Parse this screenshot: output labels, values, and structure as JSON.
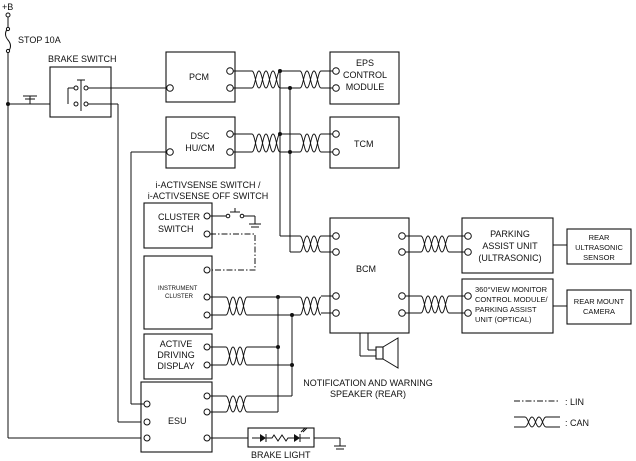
{
  "labels": {
    "power": "+B",
    "fuse": "STOP 10A",
    "brake_switch": "BRAKE SWITCH",
    "pcm": "PCM",
    "eps": [
      "EPS",
      "CONTROL",
      "MODULE"
    ],
    "dsc": [
      "DSC",
      "HU/CM"
    ],
    "tcm": "TCM",
    "iactiv": [
      "i-ACTIVSENSE SWITCH /",
      "i-ACTIVSENSE OFF SWITCH"
    ],
    "cluster_switch": [
      "CLUSTER",
      "SWITCH"
    ],
    "instrument_cluster": [
      "INSTRUMENT",
      "CLUSTER"
    ],
    "active_driving": [
      "ACTIVE",
      "DRIVING",
      "DISPLAY"
    ],
    "esu": "ESU",
    "bcm": "BCM",
    "parking_us": [
      "PARKING",
      "ASSIST UNIT",
      "(ULTRASONIC)"
    ],
    "rear_us": [
      "REAR",
      "ULTRASONIC",
      "SENSOR"
    ],
    "monitor360": [
      "360°VIEW MONITOR",
      "CONTROL MODULE/",
      "PARKING ASSIST",
      "UNIT (OPTICAL)"
    ],
    "rear_camera": [
      "REAR MOUNT",
      "CAMERA"
    ],
    "speaker": [
      "NOTIFICATION AND WARNING",
      "SPEAKER (REAR)"
    ],
    "brake_light": "BRAKE LIGHT"
  },
  "legend": {
    "lin": ": LIN",
    "can": ": CAN"
  }
}
